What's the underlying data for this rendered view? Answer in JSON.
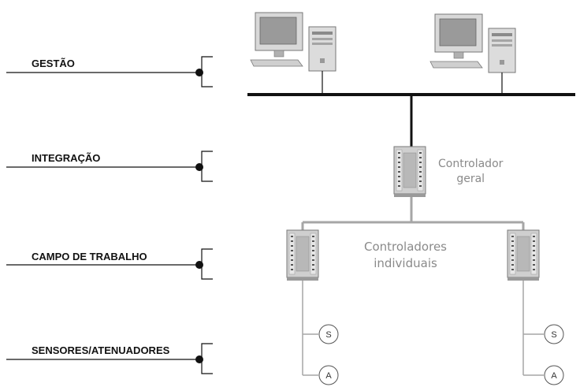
{
  "levels": [
    {
      "label": "GESTÃO"
    },
    {
      "label": "INTEGRAÇÃO"
    },
    {
      "label": "CAMPO DE TRABALHO"
    },
    {
      "label": "SENSORES/ATENUADORES"
    }
  ],
  "controller_general": {
    "line1": "Controlador",
    "line2": "geral"
  },
  "controllers_individual": {
    "line1": "Controladores",
    "line2": "individuais"
  },
  "sensor_symbol": "S",
  "actuator_symbol": "A",
  "colors": {
    "network_line": "#111111",
    "field_line": "#a6a6a6",
    "label_gray": "#8a8a8a",
    "device_gray": "#c8c8c8"
  }
}
